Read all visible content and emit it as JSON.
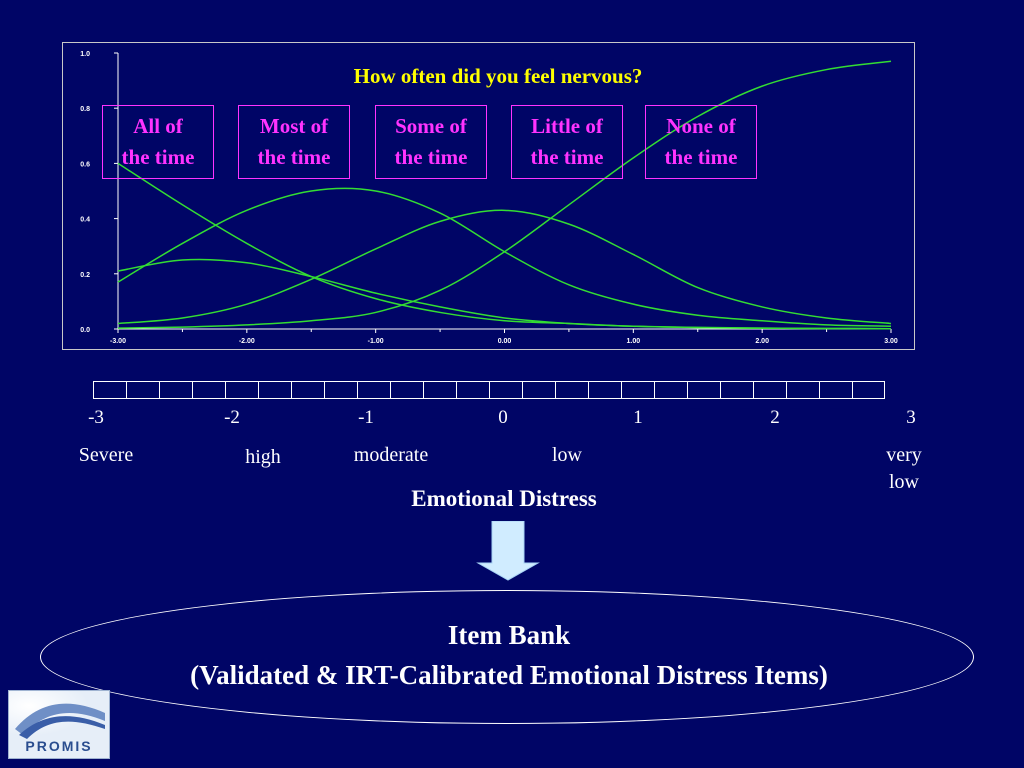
{
  "chart_data": {
    "type": "line",
    "title": "How often did you feel nervous?",
    "xlim": [
      -3,
      3
    ],
    "ylim": [
      0,
      1
    ],
    "x_ticks": [
      "-3.00",
      "-2.00",
      "-1.00",
      "0.00",
      "1.00",
      "2.00",
      "3.00"
    ],
    "y_ticks": [
      "0.0",
      "0.2",
      "0.4",
      "0.6",
      "0.8",
      "1.0"
    ],
    "grid": false,
    "line_color": "#33dd33",
    "x": [
      -3.0,
      -2.5,
      -2.0,
      -1.5,
      -1.0,
      -0.5,
      0.0,
      0.5,
      1.0,
      1.5,
      2.0,
      2.5,
      3.0
    ],
    "series": [
      {
        "values": [
          0.6,
          0.45,
          0.31,
          0.19,
          0.11,
          0.06,
          0.03,
          0.02,
          0.01,
          0.005,
          0.003,
          0.002,
          0.001
        ]
      },
      {
        "values": [
          0.21,
          0.25,
          0.24,
          0.19,
          0.13,
          0.08,
          0.04,
          0.02,
          0.01,
          0.006,
          0.003,
          0.002,
          0.001
        ]
      },
      {
        "values": [
          0.17,
          0.31,
          0.43,
          0.5,
          0.5,
          0.42,
          0.28,
          0.16,
          0.09,
          0.05,
          0.03,
          0.015,
          0.01
        ]
      },
      {
        "values": [
          0.02,
          0.04,
          0.09,
          0.18,
          0.29,
          0.39,
          0.43,
          0.38,
          0.27,
          0.15,
          0.08,
          0.04,
          0.02
        ]
      },
      {
        "values": [
          0.003,
          0.007,
          0.015,
          0.03,
          0.06,
          0.14,
          0.28,
          0.45,
          0.62,
          0.77,
          0.88,
          0.94,
          0.97
        ]
      }
    ],
    "category_boxes": [
      {
        "line1": "All of",
        "line2": "the time"
      },
      {
        "line1": "Most of",
        "line2": "the time"
      },
      {
        "line1": "Some of",
        "line2": "the time"
      },
      {
        "line1": "Little of",
        "line2": "the time"
      },
      {
        "line1": "None of",
        "line2": "the time"
      }
    ]
  },
  "scale": {
    "numbers": [
      "-3",
      "-2",
      "-1",
      "0",
      "1",
      "2",
      "3"
    ],
    "labels": {
      "severe": "Severe",
      "high": "high",
      "moderate": "moderate",
      "low": "low",
      "very_low_1": "very",
      "very_low_2": "low"
    },
    "axis_title": "Emotional Distress"
  },
  "item_bank": {
    "title": "Item Bank",
    "subtitle": "(Validated & IRT-Calibrated Emotional Distress Items)"
  },
  "logo": {
    "text": "PROMIS"
  },
  "colors": {
    "background": "#000566",
    "title": "#ffff00",
    "category_box": "#ff33ff",
    "arrow": "#d0ecff"
  }
}
